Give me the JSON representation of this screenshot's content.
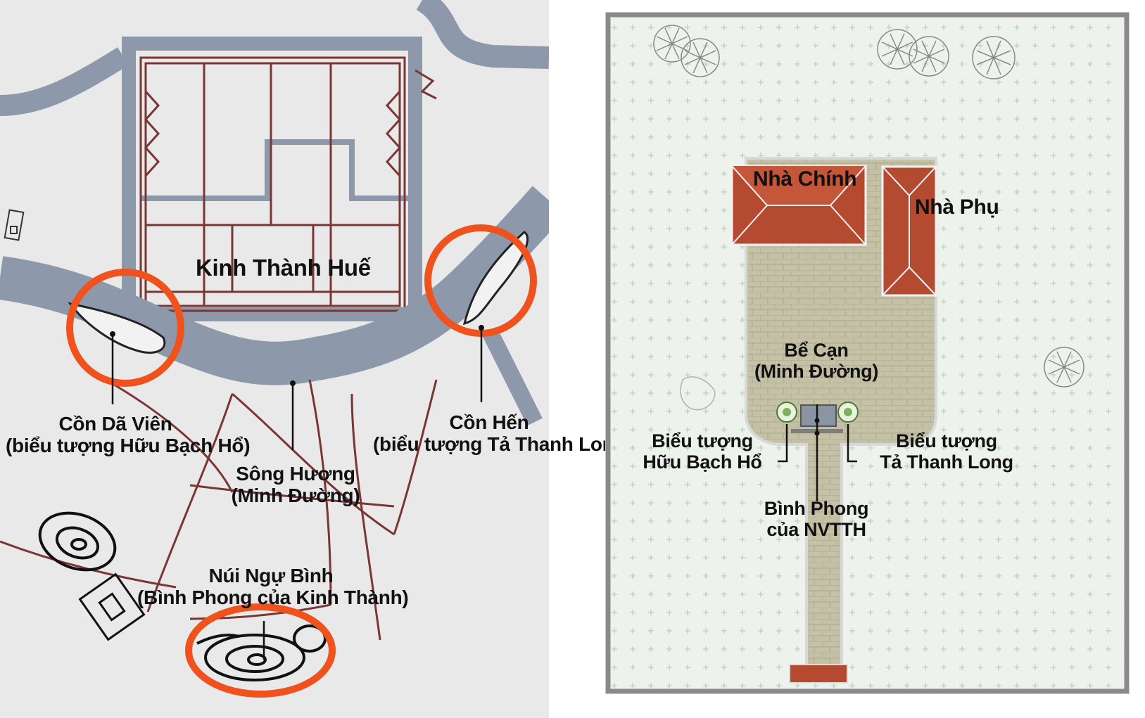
{
  "map": {
    "citadel_label": "Kinh Thành Huế",
    "con_da_vien": {
      "name": "Cồn Dã Viên",
      "symbol": "(biểu tượng Hữu Bạch Hổ)"
    },
    "con_hen": {
      "name": "Cồn Hến",
      "symbol": "(biểu tượng Tả Thanh Long)"
    },
    "song_huong": {
      "name": "Sông Hương",
      "symbol": "(Minh Đường)"
    },
    "nui_ngu_binh": {
      "name": "Núi Ngự Bình",
      "symbol": "(Bình Phong của Kinh Thành)"
    }
  },
  "plan": {
    "main_house": "Nhà Chính",
    "side_house": "Nhà Phụ",
    "be_can": {
      "name": "Bể Cạn",
      "symbol": "(Minh Đường)"
    },
    "left_symbol": {
      "line1": "Biểu tượng",
      "line2": "Hữu Bạch Hổ"
    },
    "right_symbol": {
      "line1": "Biểu tượng",
      "line2": "Tả Thanh Long"
    },
    "screen": {
      "line1": "Bình Phong",
      "line2": "của NVTTH"
    }
  },
  "colors": {
    "river": "#8d99aa",
    "road": "#7a3535",
    "highlight_ring": "#f0521e",
    "map_background": "#e9e9e9",
    "lawn": "#eef2ec",
    "paving": "#c4c1a6",
    "roof": "#b44a30",
    "frame": "#8a8a8a"
  }
}
